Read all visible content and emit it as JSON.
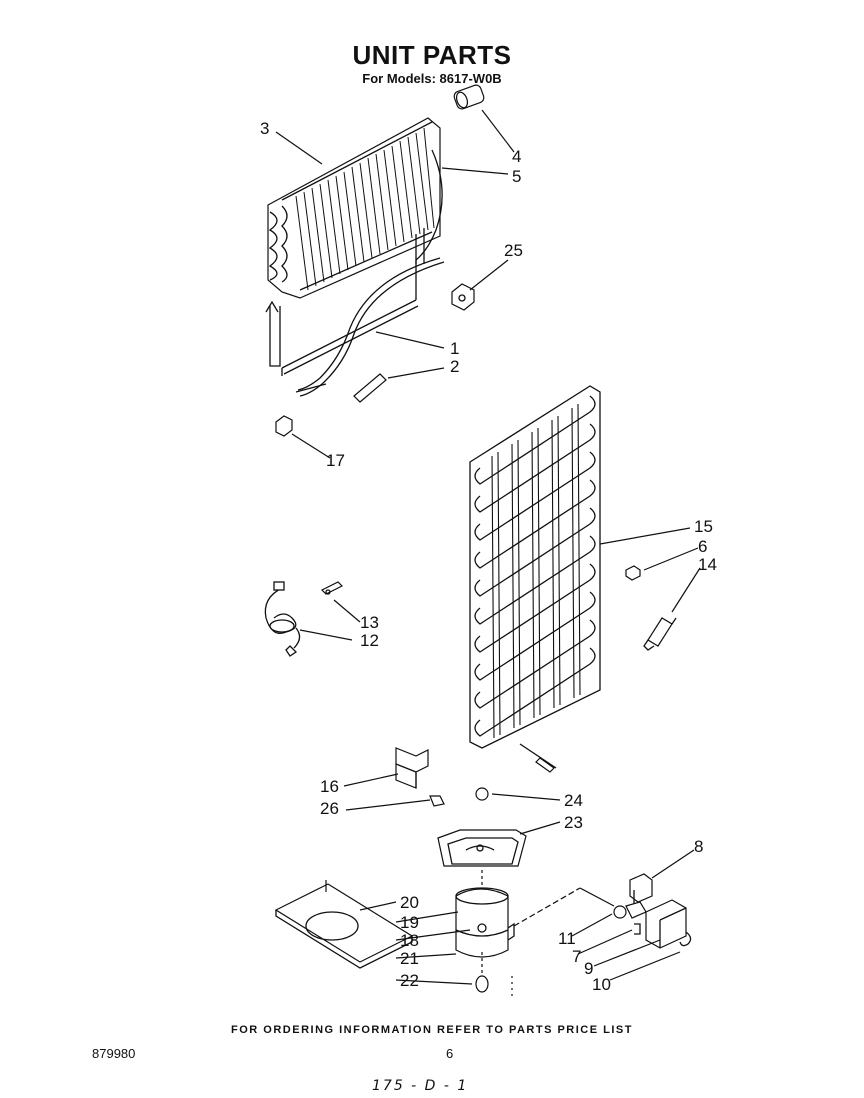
{
  "header": {
    "title": "UNIT PARTS",
    "subtitle": "For Models: 8617-W0B"
  },
  "callouts": {
    "c1": "1",
    "c2": "2",
    "c3": "3",
    "c4": "4",
    "c5": "5",
    "c6": "6",
    "c7": "7",
    "c8": "8",
    "c9": "9",
    "c10": "10",
    "c11": "11",
    "c12": "12",
    "c13": "13",
    "c14": "14",
    "c15": "15",
    "c16": "16",
    "c17": "17",
    "c18": "18",
    "c19": "19",
    "c20": "20",
    "c21": "21",
    "c22": "22",
    "c23": "23",
    "c24": "24",
    "c25": "25",
    "c26": "26"
  },
  "footer": {
    "ordering_note": "FOR ORDERING INFORMATION REFER TO PARTS PRICE LIST",
    "document_number": "879980",
    "page_number": "6",
    "handwritten_note": "175 - D - 1"
  }
}
